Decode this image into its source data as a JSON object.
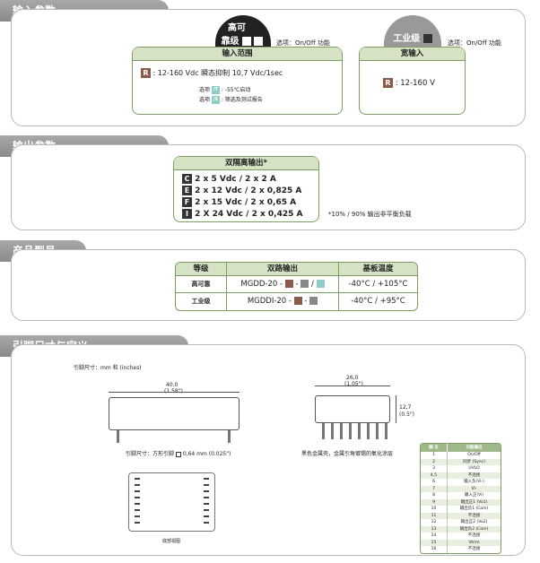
{
  "sections": {
    "input": "输入参数",
    "output": "输出参数",
    "model": "产品型号",
    "pins": "引脚尺寸与定义"
  },
  "input": {
    "hirel_badge_line1": "高可",
    "hirel_badge_line2": "靠级",
    "option_onoff_1": "选项：On/Off 功能",
    "ind_badge": "工业级",
    "option_onoff_2": "选项：On/Off 功能",
    "range_head": "输入范围",
    "range_code": "R",
    "range_text": ": 12-160 Vdc 瞬态抑制 10,7 Vdc/1sec",
    "opt1_label": "选项",
    "opt1_code": "/T",
    "opt1_text": ": -55℃启动",
    "opt2_label": "选项",
    "opt2_code": "/S",
    "opt2_text": ": 筛选及测试报告",
    "wide_head": "宽输入",
    "wide_code": "R",
    "wide_text": ": 12-160 V"
  },
  "output": {
    "head": "双隔离输出*",
    "rows": [
      {
        "code": "C",
        "text": "2 x 5 Vdc / 2 x 2 A"
      },
      {
        "code": "E",
        "text": "2 x 12 Vdc / 2 x 0,825 A"
      },
      {
        "code": "F",
        "text": "2 x 15 Vdc / 2 x 0,65 A"
      },
      {
        "code": "I",
        "text": "2 X 24 Vdc / 2 x 0,425 A"
      }
    ],
    "note": "*10% / 90% 输出非平衡负载"
  },
  "model": {
    "headers": [
      "等级",
      "双路输出",
      "基板温度"
    ],
    "rows": [
      {
        "grade": "高可靠",
        "part": "MGDD-20 -",
        "sep1": "-",
        "sep2": "/",
        "temp": "-40°C / +105°C"
      },
      {
        "grade": "工业级",
        "part": "MGDDI-20 -",
        "sep1": "-",
        "sep2": "",
        "temp": "-40°C / +95°C"
      }
    ]
  },
  "pins": {
    "unit_label": "引脚尺寸：mm 和 (inches)",
    "width_mm": "40,0",
    "width_in": "(1.58\")",
    "depth_mm": "26,0",
    "depth_in": "(1.05\")",
    "height_mm": "12,7",
    "height_in": "(0.5\")",
    "pin_note": "引脚尺寸：方形引脚",
    "pin_size": "0,64 mm (0.025\")",
    "finish_note": "黑色金属壳，金属引角镀锡的氧化涂层",
    "bottom_view": "底部视图",
    "table_head": [
      "脚 位",
      "功能输出"
    ],
    "table_rows": [
      [
        "1",
        "On/Off"
      ],
      [
        "2",
        "同步 (Sync)"
      ],
      [
        "3",
        "UVLO"
      ],
      [
        "4,5",
        "不连接"
      ],
      [
        "6",
        "输入负(Vi-)"
      ],
      [
        "7",
        "Vi-"
      ],
      [
        "8",
        "输入正(Vi)"
      ],
      [
        "9",
        "输出正1 (Vo1)"
      ],
      [
        "10",
        "输出负1 (Com)"
      ],
      [
        "11",
        "不连接"
      ],
      [
        "12",
        "输出正2 (Vo2)"
      ],
      [
        "13",
        "输出负2 (Com)"
      ],
      [
        "14",
        "不连接"
      ],
      [
        "15",
        "Vtrim"
      ],
      [
        "16",
        "不连接"
      ]
    ]
  }
}
